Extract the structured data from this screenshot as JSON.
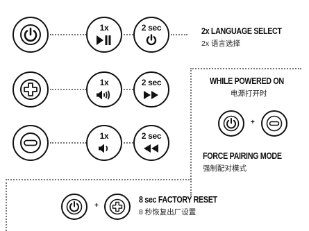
{
  "rows": [
    {
      "main_icon": "power-icon",
      "steps": [
        {
          "label": "1x",
          "icon": "play-pause-icon"
        },
        {
          "label": "2 sec",
          "icon": "power-icon"
        }
      ]
    },
    {
      "main_icon": "plus-icon",
      "steps": [
        {
          "label": "1x",
          "icon": "volume-up-icon"
        },
        {
          "label": "2 sec",
          "icon": "fast-forward-icon"
        }
      ]
    },
    {
      "main_icon": "minus-icon",
      "steps": [
        {
          "label": "1x",
          "icon": "volume-down-icon"
        },
        {
          "label": "2 sec",
          "icon": "rewind-icon"
        }
      ]
    }
  ],
  "language": {
    "title": "2x LANGUAGE SELECT",
    "subtitle": "2x 语言选择"
  },
  "powered": {
    "title": "WHILE POWERED ON",
    "subtitle": "电源打开时",
    "plus": "+",
    "buttons": [
      "power-icon",
      "minus-icon"
    ]
  },
  "pairing": {
    "title": "FORCE PAIRING MODE",
    "subtitle": "强制配对模式"
  },
  "reset": {
    "title": "8 sec  FACTORY RESET",
    "subtitle": "8 秒恢复出厂设置",
    "plus": "+",
    "buttons": [
      "power-icon",
      "plus-icon"
    ]
  }
}
